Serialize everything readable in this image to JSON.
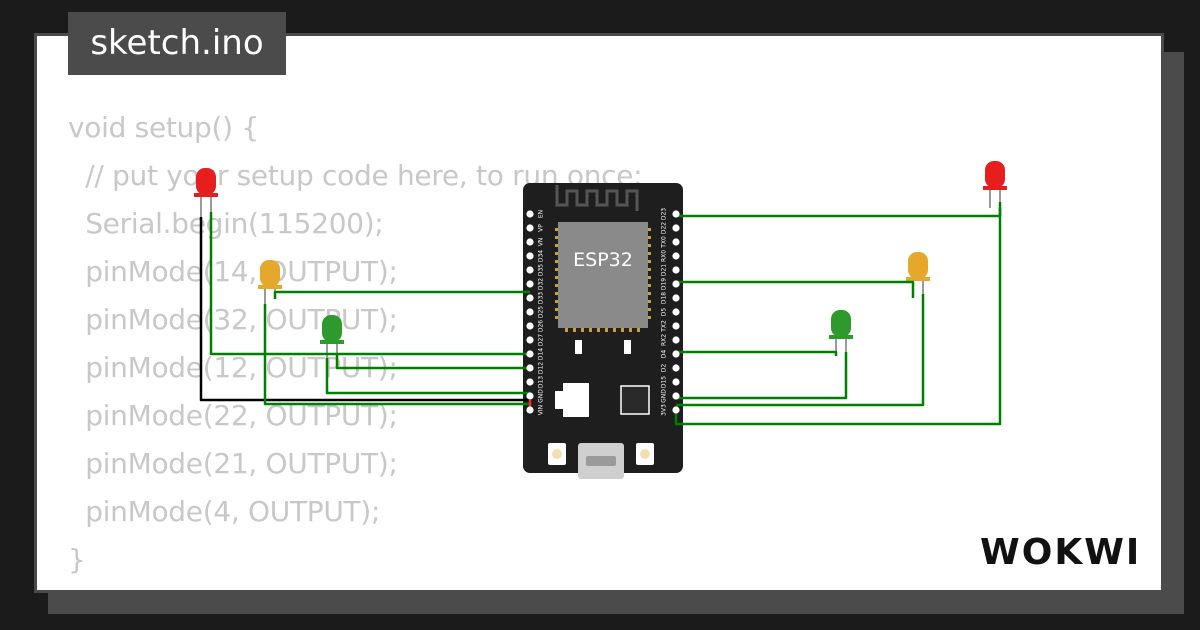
{
  "file_tab": {
    "label": "sketch.ino"
  },
  "code_lines": [
    "void setup() {",
    "  // put your setup code here, to run once:",
    "  Serial.begin(115200);",
    "  pinMode(14, OUTPUT);",
    "  pinMode(32, OUTPUT);",
    "  pinMode(12, OUTPUT);",
    "  pinMode(22, OUTPUT);",
    "  pinMode(21, OUTPUT);",
    "  pinMode(4, OUTPUT);",
    "}"
  ],
  "board": {
    "module_label": "ESP32",
    "left_pins": [
      "EN",
      "VP",
      "VN",
      "D34",
      "D35",
      "D32",
      "D33",
      "D25",
      "D26",
      "D27",
      "D14",
      "D12",
      "D13",
      "GND",
      "VIN"
    ],
    "right_pins": [
      "D23",
      "D22",
      "TX0",
      "RX0",
      "D21",
      "D19",
      "D18",
      "D5",
      "TX2",
      "RX2",
      "D4",
      "D2",
      "D15",
      "GND",
      "3V3"
    ]
  },
  "leds": [
    {
      "color": "#e61e1e"
    },
    {
      "color": "#e6a82a"
    },
    {
      "color": "#2e9a2e"
    },
    {
      "color": "#e61e1e"
    },
    {
      "color": "#e6a82a"
    },
    {
      "color": "#2e9a2e"
    }
  ],
  "colors": {
    "wire": "#008000",
    "ground_wire": "#000000",
    "accent": "#4b4b4b",
    "code_text": "#c8c8c8"
  },
  "brand": {
    "logo_text": "WOKWI"
  }
}
